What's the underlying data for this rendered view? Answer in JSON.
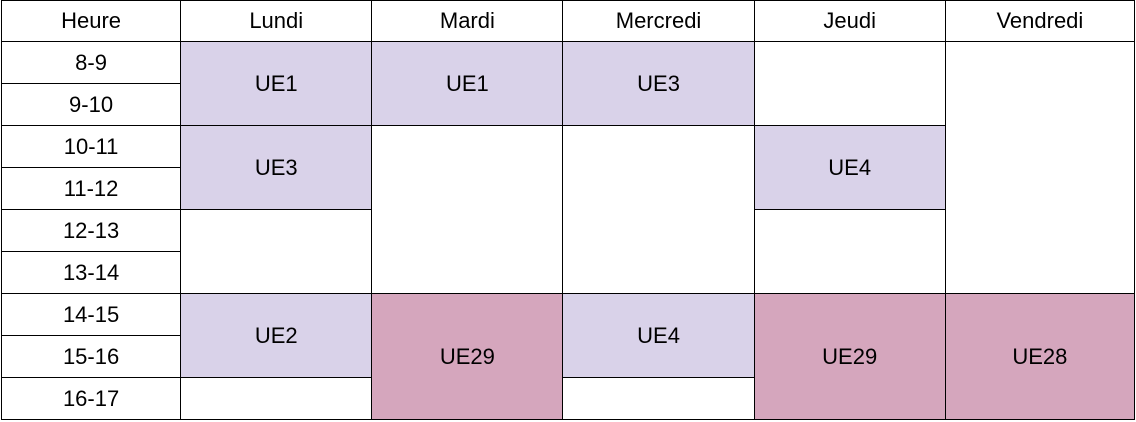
{
  "colors": {
    "lavender": "#d9d2e9",
    "rose": "#d5a6bd",
    "empty": "#ffffff",
    "border": "#000000"
  },
  "header": {
    "hour": "Heure",
    "days": [
      "Lundi",
      "Mardi",
      "Mercredi",
      "Jeudi",
      "Vendredi"
    ]
  },
  "hours": [
    "8-9",
    "9-10",
    "10-11",
    "11-12",
    "12-13",
    "13-14",
    "14-15",
    "15-16",
    "16-17"
  ],
  "schedule": {
    "lundi": [
      {
        "label": "UE1",
        "start": 0,
        "span": 2,
        "color": "#d9d2e9"
      },
      {
        "label": "UE3",
        "start": 2,
        "span": 2,
        "color": "#d9d2e9"
      },
      {
        "label": "",
        "start": 4,
        "span": 2,
        "color": "#ffffff"
      },
      {
        "label": "UE2",
        "start": 6,
        "span": 2,
        "color": "#d9d2e9"
      },
      {
        "label": "",
        "start": 8,
        "span": 1,
        "color": "#ffffff"
      }
    ],
    "mardi": [
      {
        "label": "UE1",
        "start": 0,
        "span": 2,
        "color": "#d9d2e9"
      },
      {
        "label": "",
        "start": 2,
        "span": 4,
        "color": "#ffffff"
      },
      {
        "label": "UE29",
        "start": 6,
        "span": 3,
        "color": "#d5a6bd"
      }
    ],
    "mercredi": [
      {
        "label": "UE3",
        "start": 0,
        "span": 2,
        "color": "#d9d2e9"
      },
      {
        "label": "",
        "start": 2,
        "span": 4,
        "color": "#ffffff"
      },
      {
        "label": "UE4",
        "start": 6,
        "span": 2,
        "color": "#d9d2e9"
      },
      {
        "label": "",
        "start": 8,
        "span": 1,
        "color": "#ffffff"
      }
    ],
    "jeudi": [
      {
        "label": "",
        "start": 0,
        "span": 2,
        "color": "#ffffff"
      },
      {
        "label": "UE4",
        "start": 2,
        "span": 2,
        "color": "#d9d2e9"
      },
      {
        "label": "",
        "start": 4,
        "span": 2,
        "color": "#ffffff"
      },
      {
        "label": "UE29",
        "start": 6,
        "span": 3,
        "color": "#d5a6bd"
      }
    ],
    "vendredi": [
      {
        "label": "",
        "start": 0,
        "span": 6,
        "color": "#ffffff"
      },
      {
        "label": "UE28",
        "start": 6,
        "span": 3,
        "color": "#d5a6bd"
      }
    ]
  }
}
